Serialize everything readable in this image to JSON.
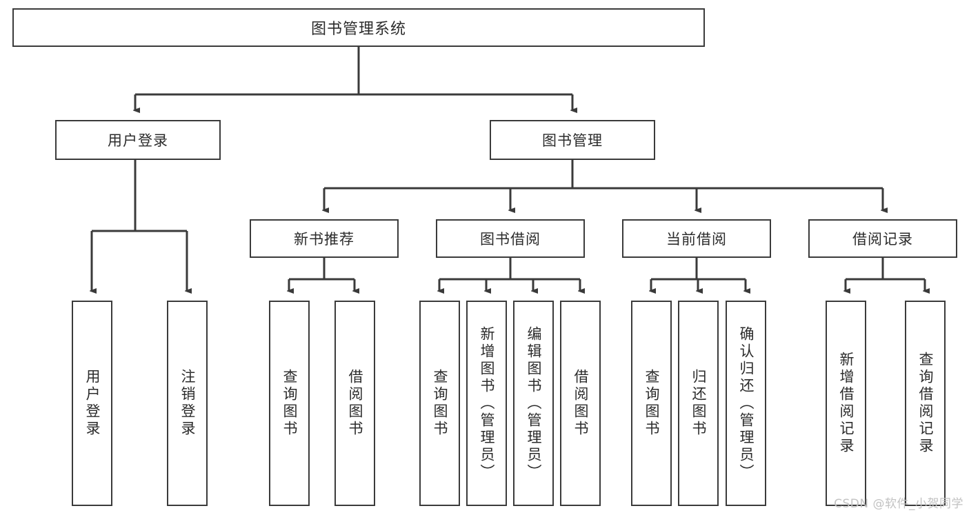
{
  "diagram": {
    "title": "图书管理系统",
    "type": "hierarchy-tree",
    "background_color": "#ffffff",
    "line_color": "#3a3a3a",
    "text_color": "#2b2b2b",
    "watermark": "CSDN @软件_小贺同学",
    "watermark_color": "#c2c2c2"
  },
  "root": {
    "label": "图书管理系统"
  },
  "level2": [
    {
      "label": "用户登录"
    },
    {
      "label": "图书管理"
    }
  ],
  "level3": [
    {
      "label": "新书推荐"
    },
    {
      "label": "图书借阅"
    },
    {
      "label": "当前借阅"
    },
    {
      "label": "借阅记录"
    }
  ],
  "leaves": {
    "user_login": [
      {
        "label": "用户登录"
      },
      {
        "label": "注销登录"
      }
    ],
    "new_book_recommend": [
      {
        "label": "查询图书"
      },
      {
        "label": "借阅图书"
      }
    ],
    "book_borrow": [
      {
        "label": "查询图书"
      },
      {
        "label": "新增图书（管理员）"
      },
      {
        "label": "编辑图书（管理员）"
      },
      {
        "label": "借阅图书"
      }
    ],
    "current_borrow": [
      {
        "label": "查询图书"
      },
      {
        "label": "归还图书"
      },
      {
        "label": "确认归还（管理员）"
      }
    ],
    "borrow_record": [
      {
        "label": "新增借阅记录"
      },
      {
        "label": "查询借阅记录"
      }
    ]
  }
}
